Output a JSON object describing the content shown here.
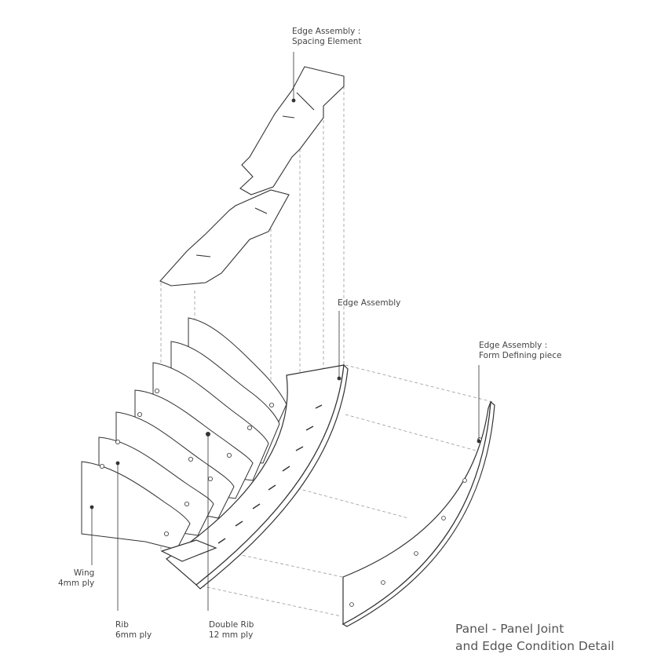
{
  "labels": {
    "spacing_element": {
      "line1": "Edge Assembly :",
      "line2": "Spacing Element"
    },
    "edge_assembly": {
      "line1": "Edge Assembly"
    },
    "form_defining": {
      "line1": "Edge Assembly :",
      "line2": "Form Defining piece"
    },
    "wing": {
      "line1": "Wing",
      "line2": "4mm ply"
    },
    "rib": {
      "line1": "Rib",
      "line2": "6mm ply"
    },
    "double_rib": {
      "line1": "Double Rib",
      "line2": "12 mm ply"
    }
  },
  "title": {
    "line1": "Panel - Panel Joint",
    "line2": "and Edge Condition Detail"
  },
  "colors": {
    "line": "#333333",
    "dash": "#9a9a9a",
    "text": "#444444"
  }
}
